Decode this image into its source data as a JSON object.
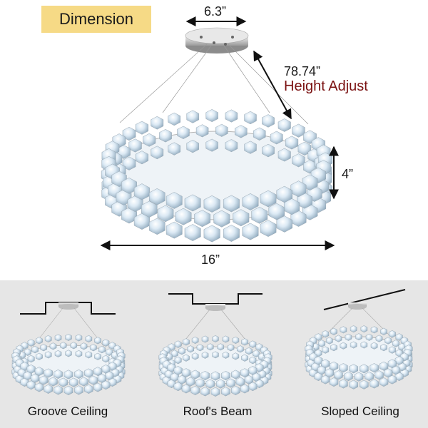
{
  "badge": {
    "title": "Dimension"
  },
  "dimensions": {
    "canopy_diameter": "6.3”",
    "cord_length": "78.74”",
    "cord_note": "Height Adjust",
    "height": "4”",
    "diameter": "16”"
  },
  "installs": [
    {
      "caption": "Groove Ceiling"
    },
    {
      "caption": "Roof's Beam"
    },
    {
      "caption": "Sloped Ceiling"
    }
  ],
  "colors": {
    "badge": "#f6da86",
    "accent_text": "#7a1010",
    "panel": "#e6e6e6",
    "crystal": "#cfe1ef",
    "chrome": "#c9c9c9"
  }
}
